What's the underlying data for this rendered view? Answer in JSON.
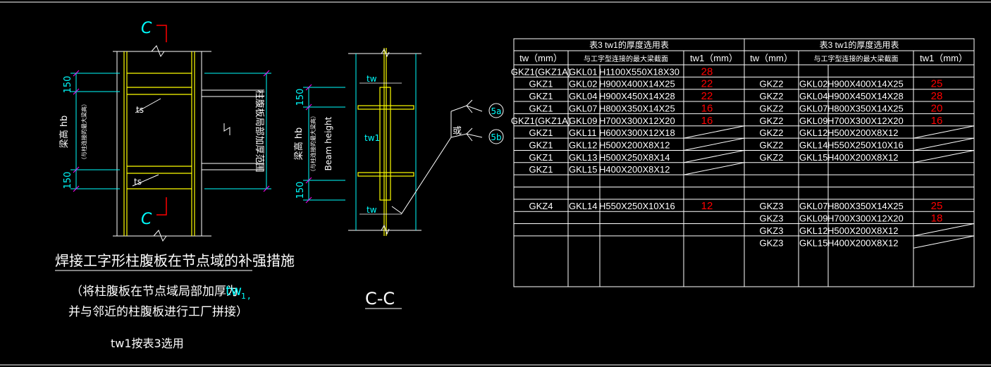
{
  "section_label": "C",
  "elevation": {
    "dim_top": "150",
    "dim_bottom": "150",
    "ts_label": "ts",
    "beam_height_label": "梁高 hb",
    "beam_height_note": "（与柱连接的最大梁高）",
    "range_label": "柱腹板局部加厚范围"
  },
  "section_cc": {
    "dim_top": "150",
    "dim_bottom": "150",
    "tw_label": "tw",
    "tw1_label": "tw1",
    "beam_height_label": "梁高 hb",
    "beam_height_note": "（与柱连接的最大梁高）",
    "beam_height_en": "Beam height",
    "title": "C-C",
    "weld_a": "5a",
    "weld_b": "5b",
    "or_label": "或"
  },
  "caption": {
    "title": "焊接工字形柱腹板在节点域的补强措施",
    "line1a": "（将柱腹板在节点域局部加厚为",
    "line1b": "tw",
    "line1c": "1",
    "line1d": ",",
    "line2": "并与邻近的柱腹板进行工厂拼接）",
    "line3": "tw1按表3选用"
  },
  "colors": {
    "yellow": "#ffff00",
    "cyan": "#00ffff",
    "red": "#ff0000",
    "magenta": "#ff00ff",
    "white": "#ffffff",
    "green": "#00ff00"
  },
  "table_left": {
    "title": "表3    tw1的厚度选用表",
    "headers": [
      "tw（mm）",
      "与工字型连接的最大梁截面",
      "tw1（mm）"
    ],
    "rows": [
      [
        "GKZ1(GKZ1A)",
        "GKL01",
        "H1100X550X18X30",
        "28"
      ],
      [
        "GKZ1",
        "GKL02",
        "H900X400X14X25",
        "22"
      ],
      [
        "GKZ1",
        "GKL04",
        "H900X450X14X28",
        "22"
      ],
      [
        "GKZ1",
        "GKL07",
        "H800X350X14X25",
        "16"
      ],
      [
        "GKZ1(GKZ1A)",
        "GKL09",
        "H700X300X12X20",
        "16"
      ],
      [
        "GKZ1",
        "GKL11",
        "H600X300X12X18",
        ""
      ],
      [
        "GKZ1",
        "GKL12",
        "H500X200X8X12",
        ""
      ],
      [
        "GKZ1",
        "GKL13",
        "H500X250X8X14",
        ""
      ],
      [
        "GKZ1",
        "GKL15",
        "H400X200X8X12",
        ""
      ],
      [
        "",
        "",
        "",
        ""
      ],
      [
        "",
        "",
        "",
        ""
      ],
      [
        "GKZ4",
        "GKL14",
        "H550X250X10X16",
        "12"
      ],
      [
        "",
        "",
        "",
        ""
      ],
      [
        "",
        "",
        "",
        ""
      ],
      [
        "",
        "",
        "",
        ""
      ]
    ]
  },
  "table_right": {
    "title": "表3    tw1的厚度选用表",
    "headers": [
      "tw（mm）",
      "与工字型连接的最大梁截面",
      "tw1（mm）"
    ],
    "rows": [
      [
        "",
        "",
        "",
        ""
      ],
      [
        "GKZ2",
        "GKL02",
        "H900X400X14X25",
        "25"
      ],
      [
        "GKZ2",
        "GKL04",
        "H900X450X14X28",
        "28"
      ],
      [
        "GKZ2",
        "GKL07",
        "H800X350X14X25",
        "20"
      ],
      [
        "GKZ2",
        "GKL09",
        "H700X300X12X20",
        "16"
      ],
      [
        "GKZ2",
        "GKL12",
        "H500X200X8X12",
        ""
      ],
      [
        "GKZ2",
        "GKL14",
        "H550X250X10X16",
        ""
      ],
      [
        "GKZ2",
        "GKL15",
        "H400X200X8X12",
        ""
      ],
      [
        "",
        "",
        "",
        ""
      ],
      [
        "",
        "",
        "",
        ""
      ],
      [
        "",
        "",
        "",
        ""
      ],
      [
        "GKZ3",
        "GKL07",
        "H800X350X14X25",
        "25"
      ],
      [
        "GKZ3",
        "GKL09",
        "H700X300X12X20",
        "18"
      ],
      [
        "GKZ3",
        "GKL12",
        "H500X200X8X12",
        ""
      ],
      [
        "GKZ3",
        "GKL15",
        "H400X200X8X12",
        ""
      ]
    ]
  }
}
